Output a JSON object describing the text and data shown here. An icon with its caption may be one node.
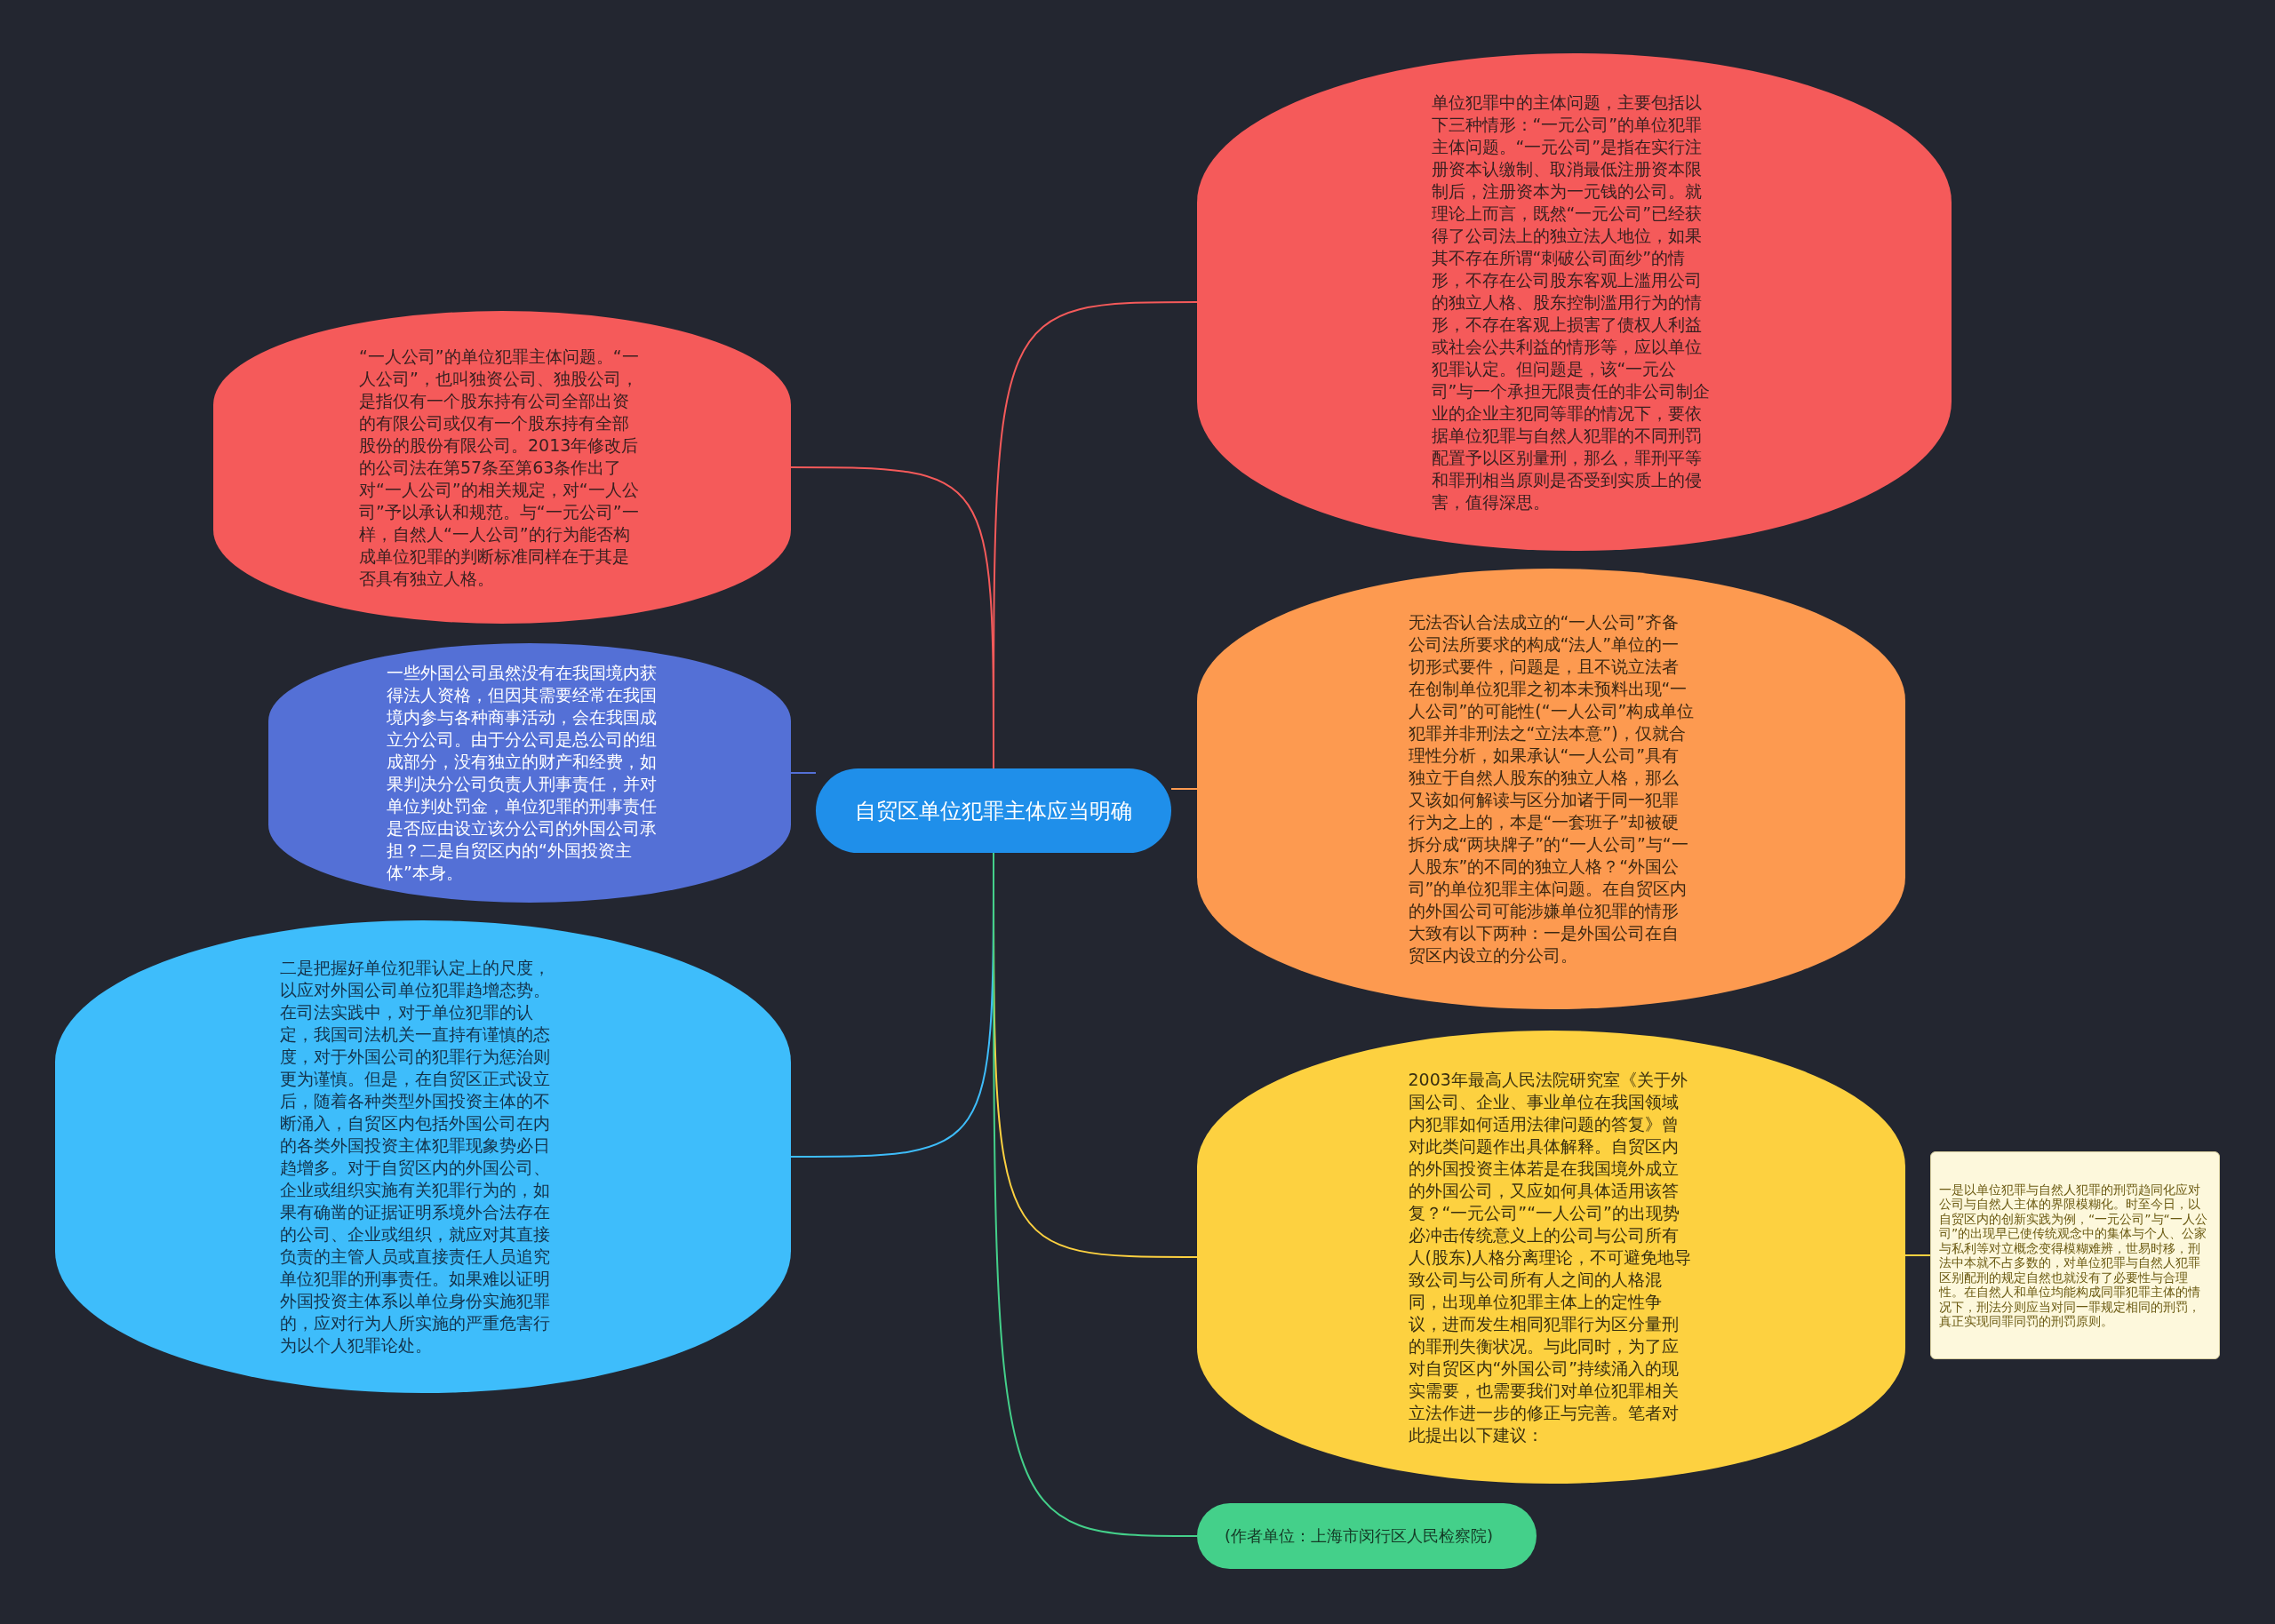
{
  "diagram": {
    "nodes": [
      {
        "text": [
          "自贸区单位犯罪主体应当明确"
        ]
      },
      {
        "text": [
          "“一人公司”的单位犯罪主体问题。“一人公司”，也叫独资公司、独股公司，是指仅有一个股东持有公司全部出资的有限公司或仅有一个股东持有全部股份的股份有限公司。2013年修改后的公司法在第57条至第63条作出了对“一人公司”的相关规定，对“一人公司”予以承认和规范。与“一元公司”一样，自然人“一人公司”的行为能否构成单位犯罪的判断标准同样在于其是否具有独立人格。"
        ]
      },
      {
        "text": [
          "一些外国公司虽然没有在我国境内获得法人资格，但因其需要经常在我国境内参与各种商事活动，会在我国成立分公司。由于分公司是总公司的组成部分，没有独立的财产和经费，如果判决分公司负责人刑事责任，并对单位判处罚金，单位犯罪的刑事责任是否应由设立该分公司的外国公司承担？二是自贸区内的“外国投资主体”本身。"
        ]
      },
      {
        "text": [
          "二是把握好单位犯罪认定上的尺度，以应对外国公司单位犯罪趋增态势。在司法实践中，对于单位犯罪的认定，我国司法机关一直持有谨慎的态度，对于外国公司的犯罪行为惩治则更为谨慎。但是，在自贸区正式设立后，随着各种类型外国投资主体的不断涌入，自贸区内包括外国公司在内的各类外国投资主体犯罪现象势必日趋增多。对于自贸区内的外国公司、企业或组织实施有关犯罪行为的，如果有确凿的证据证明系境外合法存在的公司、企业或组织，就应对其直接负责的主管人员或直接责任人员追究单位犯罪的刑事责任。如果难以证明外国投资主体系以单位身份实施犯罪的，应对行为人所实施的严重危害行为以个人犯罪论处。"
        ]
      },
      {
        "text": [
          "单位犯罪中的主体问题，主要包括以下三种情形：“一元公司”的单位犯罪主体问题。“一元公司”是指在实行注册资本认缴制、取消最低注册资本限制后，注册资本为一元钱的公司。就理论上而言，既然“一元公司”已经获得了公司法上的独立法人地位，如果其不存在所谓“刺破公司面纱”的情形，不存在公司股东客观上滥用公司的独立人格、股东控制滥用行为的情形，不存在客观上损害了债权人利益或社会公共利益的情形等，应以单位犯罪认定。但问题是，该“一元公司”与一个承担无限责任的非公司制企业的企业主犯同等罪的情况下，要依据单位犯罪与自然人犯罪的不同刑罚配置予以区别量刑，那么，罪刑平等和罪刑相当原则是否受到实质上的侵害，值得深思。"
        ]
      },
      {
        "text": [
          "无法否认合法成立的“一人公司”齐备公司法所要求的构成“法人”单位的一切形式要件，问题是，且不说立法者在创制单位犯罪之初本未预料出现“一人公司”的可能性(“一人公司”构成单位犯罪并非刑法之“立法本意”)，仅就合理性分析，如果承认“一人公司”具有独立于自然人股东的独立人格，那么又该如何解读与区分加诸于同一犯罪行为之上的，本是“一套班子”却被硬拆分成“两块牌子”的“一人公司”与“一人股东”的不同的独立人格？“外国公司”的单位犯罪主体问题。在自贸区内的外国公司可能涉嫌单位犯罪的情形大致有以下两种：一是外国公司在自贸区内设立的分公司。"
        ]
      },
      {
        "text": [
          "2003年最高人民法院研究室《关于外国公司、企业、事业单位在我国领域内犯罪如何适用法律问题的答复》曾对此类问题作出具体解释。自贸区内的外国投资主体若是在我国境外成立的外国公司，又应如何具体适用该答复？“一元公司”“一人公司”的出现势必冲击传统意义上的公司与公司所有人(股东)人格分离理论，不可避免地导致公司与公司所有人之间的人格混同，出现单位犯罪主体上的定性争议，进而发生相同犯罪行为区分量刑的罪刑失衡状况。与此同时，为了应对自贸区内“外国公司”持续涌入的现实需要，也需要我们对单位犯罪相关立法作进一步的修正与完善。笔者对此提出以下建议："
        ]
      },
      {
        "text": [
          "一是以单位犯罪与自然人犯罪的刑罚趋同化应对公司与自然人主体的界限模糊化。时至今日，以自贸区内的创新实践为例，“一元公司”与“一人公司”的出现早已使传统观念中的集体与个人、公家与私利等对立概念变得模糊难辨，世易时移，刑法中本就不占多数的，对单位犯罪与自然人犯罪区别配刑的规定自然也就没有了必要性与合理性。在自然人和单位均能构成同罪犯罪主体的情况下，刑法分则应当对同一罪规定相同的刑罚，真正实现同罪同罚的刑罚原则。"
        ]
      },
      {
        "text": [
          "(作者单位：上海市闵行区人民检察院)"
        ]
      }
    ],
    "edges": [
      {
        "from": 0,
        "to": 1,
        "arrow": "none",
        "color": "#f55a5a"
      },
      {
        "from": 0,
        "to": 2,
        "arrow": "none",
        "color": "#5470d6"
      },
      {
        "from": 0,
        "to": 3,
        "arrow": "none",
        "color": "#3ebdfb"
      },
      {
        "from": 0,
        "to": 4,
        "arrow": "none",
        "color": "#f55a5a"
      },
      {
        "from": 0,
        "to": 5,
        "arrow": "none",
        "color": "#fd9a50"
      },
      {
        "from": 0,
        "to": 6,
        "arrow": "none",
        "color": "#fdd140"
      },
      {
        "from": 6,
        "to": 7,
        "arrow": "none",
        "color": "#fdd140"
      },
      {
        "from": 0,
        "to": 8,
        "arrow": "none",
        "color": "#44d08a"
      }
    ]
  }
}
